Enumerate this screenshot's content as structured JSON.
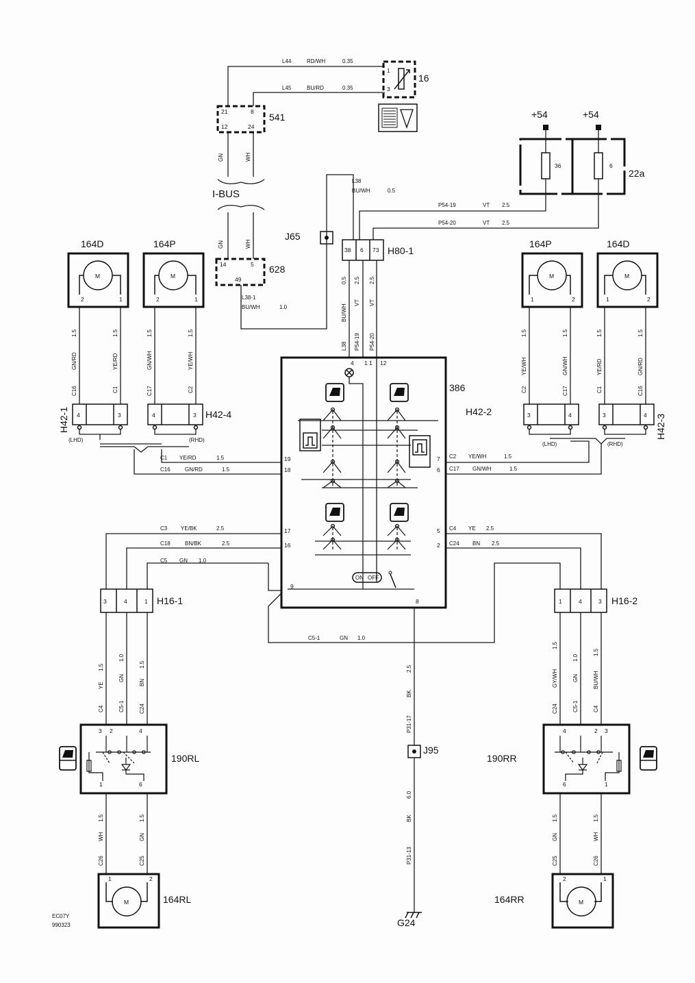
{
  "components": {
    "c16": "16",
    "c541": "541",
    "c628": "628",
    "c22a": "22a",
    "c386": "386",
    "j65": "J65",
    "j95": "J95",
    "h80_1": "H80-1",
    "h42_1": "H42-1",
    "h42_2": "H42-2",
    "h42_3": "H42-3",
    "h42_4": "H42-4",
    "h16_1": "H16-1",
    "h16_2": "H16-2",
    "m164d": "164D",
    "m164p": "164P",
    "m164rl": "164RL",
    "m164rr": "164RR",
    "s190rl": "190RL",
    "s190rr": "190RR",
    "g24": "G24",
    "ibus": "I-BUS",
    "plus54": "+54",
    "motor": "M",
    "lhd": "(LHD)",
    "rhd": "(RHD)",
    "on": "ON",
    "off": "OFF"
  },
  "footer": {
    "code": "EC07Y",
    "date": "990323"
  },
  "wires": {
    "l44": "L44",
    "rdwh": "RD/WH",
    "v035a": "0.35",
    "l45": "L45",
    "burd": "BU/RD",
    "v035b": "0.35",
    "gn": "GN",
    "wh": "WH",
    "l38": "L38",
    "buwh": "BU/WH",
    "v05": "0.5",
    "p54_19": "P54-19",
    "p54_20": "P54-20",
    "vt": "VT",
    "v25": "2.5",
    "l38_1": "L38-1",
    "v10": "1.0",
    "v15": "1.5",
    "gnrd": "GN/RD",
    "yerd": "YE/RD",
    "gnwh": "GN/WH",
    "yewh": "YE/WH",
    "c1": "C1",
    "c2": "C2",
    "c16": "C16",
    "c17": "C17",
    "c3": "C3",
    "yebk": "YE/BK",
    "c18": "C18",
    "bnbk": "BN/BK",
    "c5": "C5",
    "c4": "C4",
    "ye": "YE",
    "c24": "C24",
    "bn": "BN",
    "c5_1": "C5-1",
    "gywh": "GY/WH",
    "buwh2": "BU/WH",
    "c25": "C25",
    "c26": "C26",
    "bk": "BK",
    "p31_17": "P31-17",
    "p31_13": "P31-13",
    "v60": "6.0"
  },
  "pins": {
    "p1": "1",
    "p2": "2",
    "p3": "3",
    "p4": "4",
    "p5": "5",
    "p6": "6",
    "p7": "7",
    "p8": "8",
    "p9": "9",
    "p11": "1 1",
    "p12": "12",
    "p14": "14",
    "p16": "16",
    "p17": "17",
    "p18": "18",
    "p19": "19",
    "p21": "21",
    "p24": "24",
    "p36": "36",
    "p38": "38",
    "p49": "49",
    "p73": "73"
  }
}
